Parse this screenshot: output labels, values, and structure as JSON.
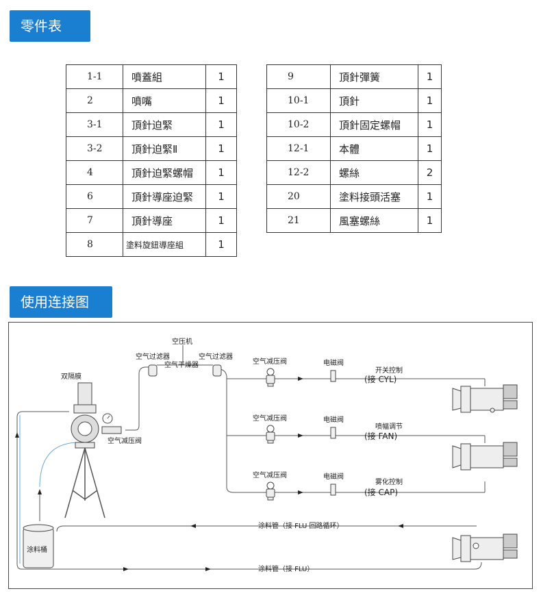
{
  "sections": {
    "parts_title": "零件表",
    "usage_title": "使用连接图"
  },
  "parts_left": [
    {
      "no": "1-1",
      "name": "噴蓋組",
      "qty": "1"
    },
    {
      "no": "2",
      "name": "噴嘴",
      "qty": "1"
    },
    {
      "no": "3-1",
      "name": "頂針迫緊",
      "qty": "1"
    },
    {
      "no": "3-2",
      "name": "頂針迫緊Ⅱ",
      "qty": "1"
    },
    {
      "no": "4",
      "name": "頂針迫緊螺帽",
      "qty": "1"
    },
    {
      "no": "6",
      "name": "頂針導座迫緊",
      "qty": "1"
    },
    {
      "no": "7",
      "name": "頂針導座",
      "qty": "1"
    },
    {
      "no": "8",
      "name": "塗料旋鈕導座組",
      "qty": "1"
    }
  ],
  "parts_right": [
    {
      "no": "9",
      "name": "頂針彈簧",
      "qty": "1"
    },
    {
      "no": "10-1",
      "name": "頂針",
      "qty": "1"
    },
    {
      "no": "10-2",
      "name": "頂針固定螺帽",
      "qty": "1"
    },
    {
      "no": "12-1",
      "name": "本體",
      "qty": "1"
    },
    {
      "no": "12-2",
      "name": "螺絲",
      "qty": "2"
    },
    {
      "no": "20",
      "name": "塗料接頭活塞",
      "qty": "1"
    },
    {
      "no": "21",
      "name": "風塞螺絲",
      "qty": "1"
    }
  ],
  "diagram": {
    "compressor": "空压机",
    "air_filter_left": "空气过滤器",
    "air_filter_right": "空气过滤器",
    "air_dryer": "空气干燥器",
    "diaphragm_pump": "双隔膜",
    "pump_regulator": "空气减压阀",
    "regulator": "空气减压阀",
    "solenoid": "电磁阀",
    "paint_bucket": "涂料桶",
    "lines": [
      {
        "control": "开关控制",
        "connect": "(接  CYL)"
      },
      {
        "control": "喷幅调节",
        "connect": "(接  FAN)"
      },
      {
        "control": "雾化控制",
        "connect": "(接  CAP)"
      }
    ],
    "return_pipe": "涂料管（接  FLU 回路循环）",
    "supply_pipe": "涂料管（接  FLU）"
  }
}
